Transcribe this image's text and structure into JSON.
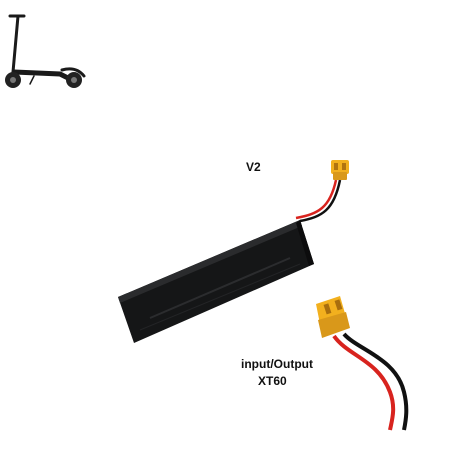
{
  "image": {
    "subject": "scooter-battery-pack",
    "colors": {
      "battery_body": "#151617",
      "connector_yellow": "#f2b01e",
      "wire_red": "#d8231e",
      "wire_black": "#111111",
      "scooter_frame": "#1a1a1a"
    }
  },
  "labels": {
    "version": "V2",
    "connector_line1": "input/Output",
    "connector_line2": "XT60"
  }
}
